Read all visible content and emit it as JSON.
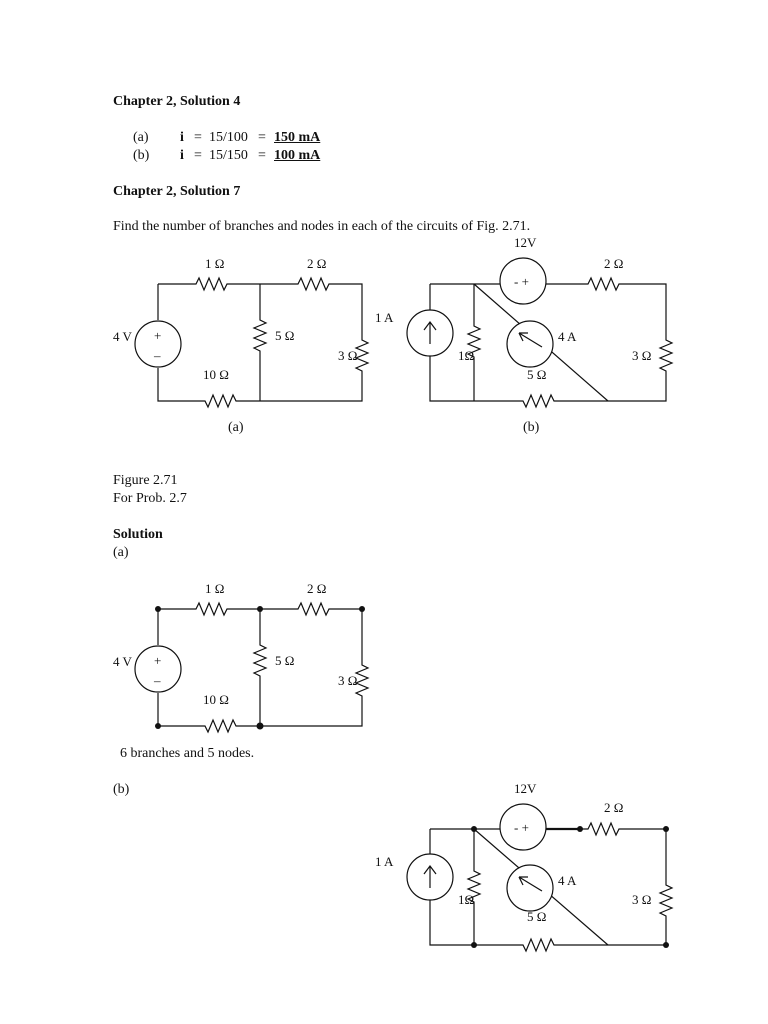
{
  "sol4": {
    "title": "Chapter 2, Solution 4",
    "a": {
      "label": "(a)",
      "var": "i",
      "eq": "=",
      "expr": "15/100",
      "eq2": "=",
      "answer": "150 mA"
    },
    "b": {
      "label": "(b)",
      "var": "i",
      "eq": "=",
      "expr": "15/150",
      "eq2": "=",
      "answer": "100 mA"
    }
  },
  "sol7": {
    "title": "Chapter 2, Solution 7",
    "problem": "Find the number of branches and nodes in each of the circuits of Fig. 2.71."
  },
  "figure": {
    "caption_line1": "Figure 2.71",
    "caption_line2": "For Prob. 2.7",
    "label_a": "(a)",
    "label_b": "(b)"
  },
  "circuit_a": {
    "r1": "1 Ω",
    "r2": "2 Ω",
    "r5": "5 Ω",
    "r3": "3 Ω",
    "r10": "10 Ω",
    "v": "4 V",
    "plus": "+",
    "minus": "–"
  },
  "circuit_b": {
    "v": "12V",
    "src_sign": "- +",
    "i1": "1 A",
    "i4": "4 A",
    "r1": "1Ω",
    "r2": "2 Ω",
    "r5": "5 Ω",
    "r3": "3 Ω"
  },
  "solution": {
    "heading": "Solution",
    "a_label": "(a)",
    "a_answer": "6 branches and 5 nodes.",
    "b_label": "(b)"
  }
}
